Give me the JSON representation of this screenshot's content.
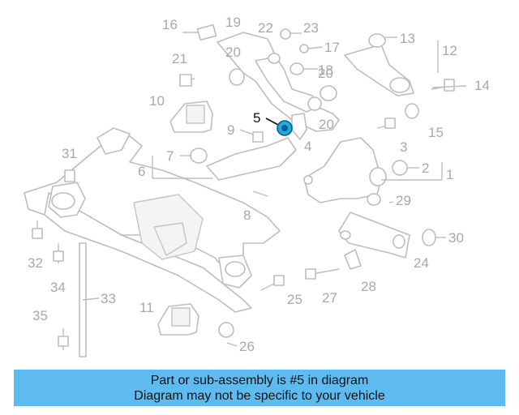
{
  "diagram": {
    "highlighted_part": "5",
    "highlight_color": "#22a9e0",
    "callouts": [
      "1",
      "2",
      "3",
      "4",
      "5",
      "6",
      "7",
      "8",
      "9",
      "10",
      "11",
      "12",
      "13",
      "14",
      "15",
      "16",
      "17",
      "18",
      "19",
      "20",
      "20",
      "20",
      "21",
      "22",
      "23",
      "24",
      "25",
      "26",
      "27",
      "28",
      "29",
      "30",
      "31",
      "32",
      "33",
      "34",
      "35"
    ]
  },
  "banner": {
    "line1": "Part or sub-assembly is #5 in diagram",
    "line2": "Diagram may not be specific to your vehicle",
    "color": "#5ebbf0"
  }
}
